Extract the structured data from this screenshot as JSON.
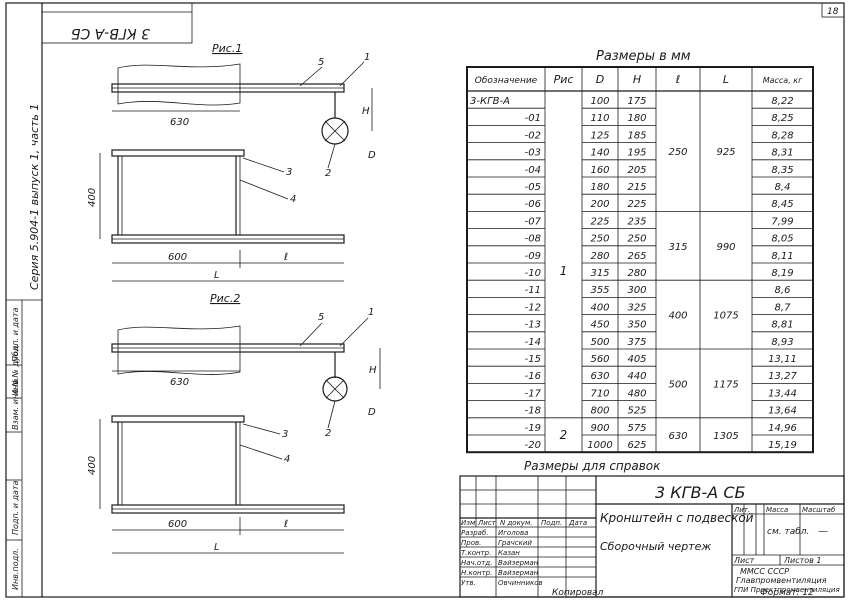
{
  "sheet_number": "18",
  "stamp_code": "3 КГВ-А СБ",
  "side_labels": {
    "series": "Серия 5.904-1 выпуск 1, часть 1",
    "inv_orig": "Инв.подл.",
    "sign_date_1": "Подп. и дата",
    "vzam_inv": "Взам. инв.№",
    "inv_dubl": "Инв.№ дубл.",
    "sign_date_2": "Подп. и дата"
  },
  "fig1": {
    "title": "Рис.1",
    "dim_630": "630",
    "dim_400": "400",
    "dim_600": "600",
    "dim_l": "ℓ",
    "dim_L": "L",
    "dim_H": "H",
    "dim_D": "D",
    "callouts": [
      "5",
      "1",
      "3",
      "4",
      "2"
    ]
  },
  "fig2": {
    "title": "Рис.2",
    "dim_630": "630",
    "dim_400": "400",
    "dim_600": "600",
    "dim_l": "ℓ",
    "dim_L": "L",
    "dim_H": "H",
    "dim_D": "D",
    "callouts": [
      "5",
      "1",
      "3",
      "4",
      "2"
    ]
  },
  "table": {
    "title": "Размеры в мм",
    "headers": [
      "Обозначение",
      "Рис",
      "D",
      "H",
      "ℓ",
      "L",
      "Масса, кг"
    ],
    "rows": [
      {
        "des": "3-КГВ-А",
        "d": "100",
        "h": "175",
        "m": "8,22"
      },
      {
        "des": "-01",
        "d": "110",
        "h": "180",
        "m": "8,25"
      },
      {
        "des": "-02",
        "d": "125",
        "h": "185",
        "m": "8,28"
      },
      {
        "des": "-03",
        "d": "140",
        "h": "195",
        "m": "8,31"
      },
      {
        "des": "-04",
        "d": "160",
        "h": "205",
        "m": "8,35"
      },
      {
        "des": "-05",
        "d": "180",
        "h": "215",
        "m": "8,4"
      },
      {
        "des": "-06",
        "d": "200",
        "h": "225",
        "m": "8,45"
      },
      {
        "des": "-07",
        "d": "225",
        "h": "235",
        "m": "7,99"
      },
      {
        "des": "-08",
        "d": "250",
        "h": "250",
        "m": "8,05"
      },
      {
        "des": "-09",
        "d": "280",
        "h": "265",
        "m": "8,11"
      },
      {
        "des": "-10",
        "d": "315",
        "h": "280",
        "m": "8,19"
      },
      {
        "des": "-11",
        "d": "355",
        "h": "300",
        "m": "8,6"
      },
      {
        "des": "-12",
        "d": "400",
        "h": "325",
        "m": "8,7"
      },
      {
        "des": "-13",
        "d": "450",
        "h": "350",
        "m": "8,81"
      },
      {
        "des": "-14",
        "d": "500",
        "h": "375",
        "m": "8,93"
      },
      {
        "des": "-15",
        "d": "560",
        "h": "405",
        "m": "13,11"
      },
      {
        "des": "-16",
        "d": "630",
        "h": "440",
        "m": "13,27"
      },
      {
        "des": "-17",
        "d": "710",
        "h": "480",
        "m": "13,44"
      },
      {
        "des": "-18",
        "d": "800",
        "h": "525",
        "m": "13,64"
      },
      {
        "des": "-19",
        "d": "900",
        "h": "575",
        "m": "14,96"
      },
      {
        "des": "-20",
        "d": "1000",
        "h": "625",
        "m": "15,19"
      }
    ],
    "ris_groups": [
      {
        "label": "1",
        "from": 0,
        "to": 18
      },
      {
        "label": "2",
        "from": 19,
        "to": 20
      }
    ],
    "l_groups": [
      {
        "l": "250",
        "L": "925",
        "from": 0,
        "to": 6
      },
      {
        "l": "315",
        "L": "990",
        "from": 7,
        "to": 10
      },
      {
        "l": "400",
        "L": "1075",
        "from": 11,
        "to": 14
      },
      {
        "l": "500",
        "L": "1175",
        "from": 15,
        "to": 18
      },
      {
        "l": "630",
        "L": "1305",
        "from": 19,
        "to": 20
      }
    ],
    "note": "Размеры для справок"
  },
  "title_block": {
    "code": "3 КГВ-А СБ",
    "name": "Кронштейн с подвеской",
    "doc_type": "Сборочный чертеж",
    "col_headers": [
      "Изм",
      "Лист",
      "N докум.",
      "Подп.",
      "Дата"
    ],
    "roles": [
      {
        "role": "Разраб.",
        "name": "Иголова"
      },
      {
        "role": "Пров.",
        "name": "Грачский"
      },
      {
        "role": "Т.контр.",
        "name": "Казан"
      },
      {
        "role": "Нач.отд.",
        "name": "Вайзерман"
      },
      {
        "role": "Н.контр.",
        "name": "Вайзерман"
      },
      {
        "role": "Утв.",
        "name": "Овчинников"
      }
    ],
    "lit_label": "Лит.",
    "mass_label": "Масса",
    "scale_label": "Масштаб",
    "mass_value": "см. табл.",
    "scale_value": "—",
    "sheet_label": "Лист",
    "sheets_label": "Листов 1",
    "org_line1": "ММСС СССР",
    "org_line2": "Главпромвентиляция",
    "org_line3": "ГПИ Проектпромвентиляция",
    "copied": "Копировал",
    "format": "Формат: 12"
  }
}
